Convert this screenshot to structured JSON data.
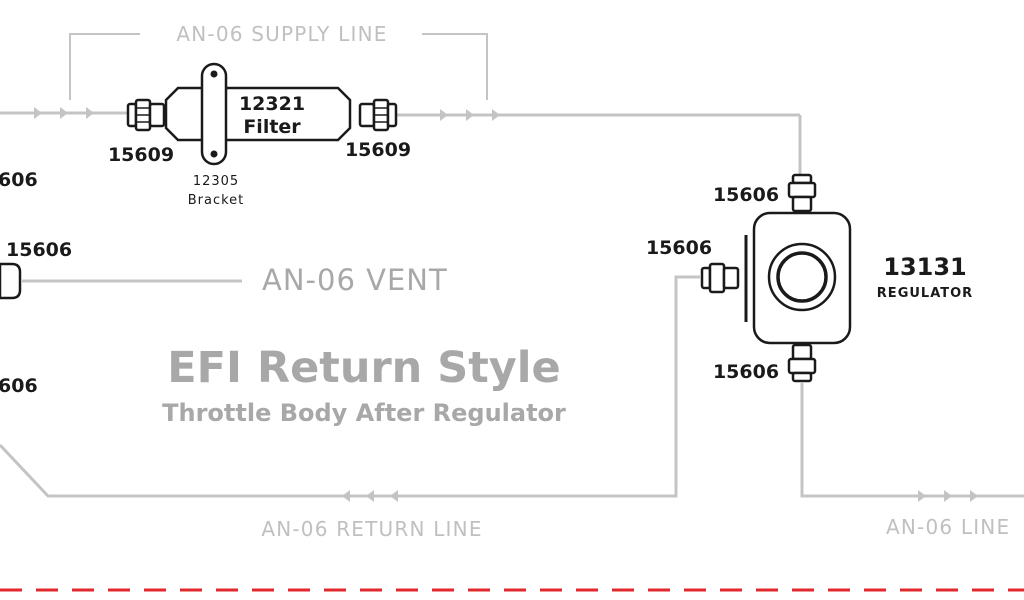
{
  "lines": {
    "supply": "AN-06 SUPPLY LINE",
    "vent": "AN-06 VENT",
    "return": "AN-06 RETURN LINE",
    "out": "AN-06 LINE"
  },
  "title": {
    "main": "EFI Return Style",
    "sub": "Throttle Body After Regulator"
  },
  "filter": {
    "part": "12321",
    "name": "Filter",
    "fitting_left": "15609",
    "fitting_right": "15609",
    "bracket_part": "12305",
    "bracket_name": "Bracket"
  },
  "regulator": {
    "part": "13131",
    "name": "REGULATOR",
    "fitting_top": "15606",
    "fitting_left": "15606",
    "fitting_bottom": "15606"
  },
  "left_edge": {
    "fitting_top": "606",
    "fitting_mid": "15606",
    "fitting_low": "606"
  },
  "colors": {
    "line": "#c4c4c4",
    "label": "#a8a8a8",
    "outline": "#1a1a1a",
    "dashed_divider": "#e0282e"
  }
}
